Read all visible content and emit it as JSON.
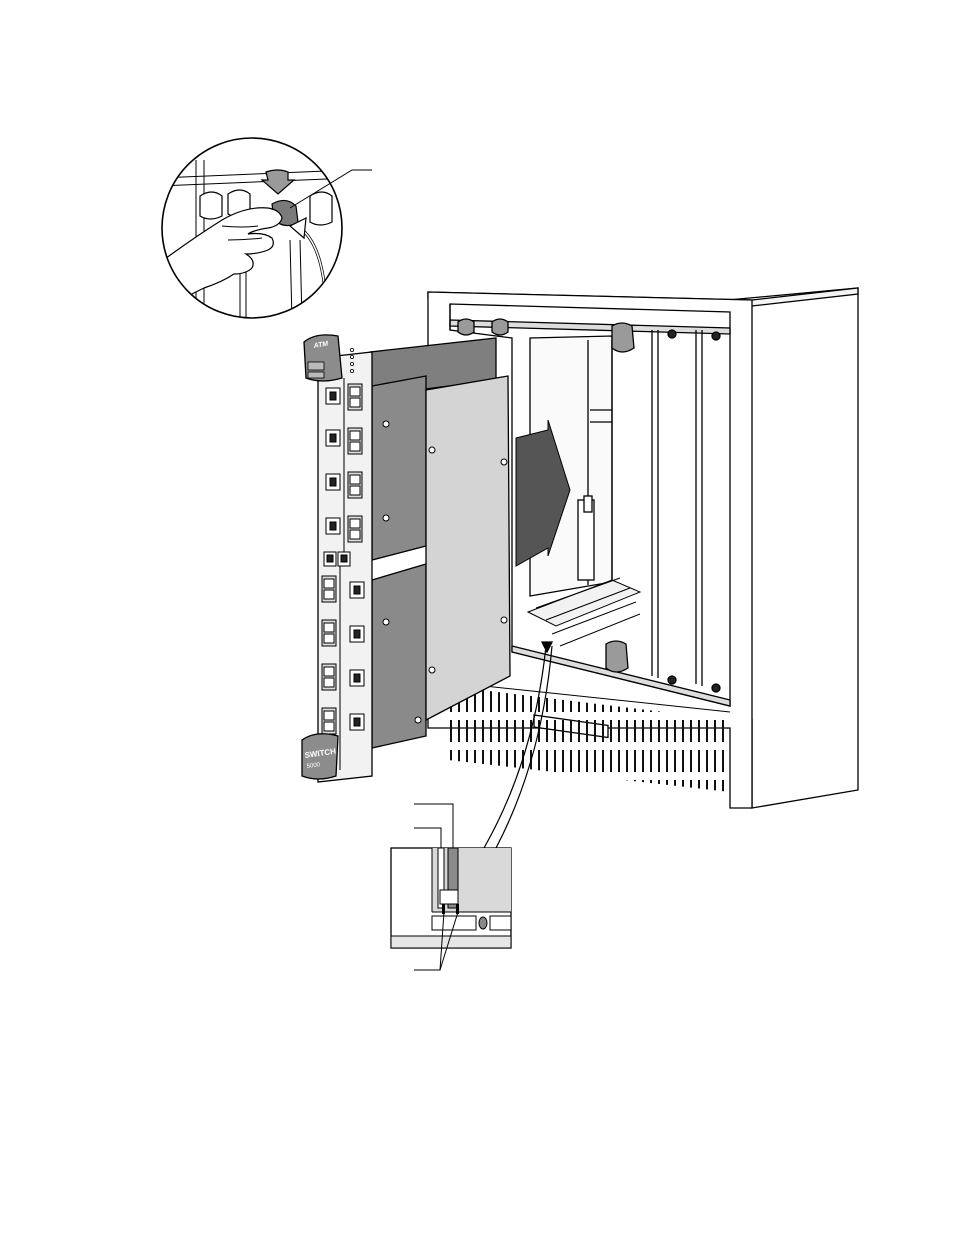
{
  "diagram": {
    "module_labels": {
      "top_ejector": "ATM",
      "bottom_ejector_line1": "SWITCH",
      "bottom_ejector_line2": "5000"
    }
  }
}
